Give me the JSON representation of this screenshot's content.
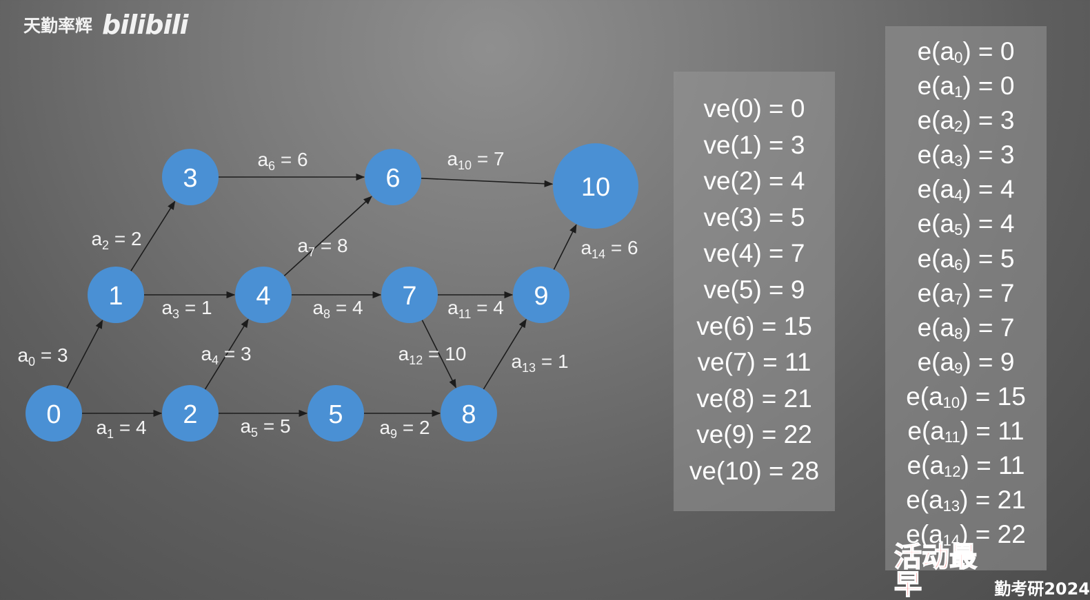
{
  "watermark": {
    "text": "天勤率辉",
    "logo": "bilibili"
  },
  "graph": {
    "nodes": [
      "0",
      "1",
      "2",
      "3",
      "4",
      "5",
      "6",
      "7",
      "8",
      "9",
      "10"
    ],
    "edges": [
      {
        "name": "a",
        "sub": "0",
        "value": "3",
        "from": "0",
        "to": "1"
      },
      {
        "name": "a",
        "sub": "1",
        "value": "4",
        "from": "0",
        "to": "2"
      },
      {
        "name": "a",
        "sub": "2",
        "value": "2",
        "from": "1",
        "to": "3"
      },
      {
        "name": "a",
        "sub": "3",
        "value": "1",
        "from": "1",
        "to": "4"
      },
      {
        "name": "a",
        "sub": "4",
        "value": "3",
        "from": "2",
        "to": "4"
      },
      {
        "name": "a",
        "sub": "5",
        "value": "5",
        "from": "2",
        "to": "5"
      },
      {
        "name": "a",
        "sub": "6",
        "value": "6",
        "from": "3",
        "to": "6"
      },
      {
        "name": "a",
        "sub": "7",
        "value": "8",
        "from": "4",
        "to": "6"
      },
      {
        "name": "a",
        "sub": "8",
        "value": "4",
        "from": "4",
        "to": "7"
      },
      {
        "name": "a",
        "sub": "9",
        "value": "2",
        "from": "5",
        "to": "8"
      },
      {
        "name": "a",
        "sub": "10",
        "value": "7",
        "from": "6",
        "to": "10"
      },
      {
        "name": "a",
        "sub": "11",
        "value": "4",
        "from": "7",
        "to": "9"
      },
      {
        "name": "a",
        "sub": "12",
        "value": "10",
        "from": "7",
        "to": "8"
      },
      {
        "name": "a",
        "sub": "13",
        "value": "1",
        "from": "8",
        "to": "9"
      },
      {
        "name": "a",
        "sub": "14",
        "value": "6",
        "from": "9",
        "to": "10"
      }
    ]
  },
  "ve_panel": [
    {
      "vertex": "0",
      "value": "0"
    },
    {
      "vertex": "1",
      "value": "3"
    },
    {
      "vertex": "2",
      "value": "4"
    },
    {
      "vertex": "3",
      "value": "5"
    },
    {
      "vertex": "4",
      "value": "7"
    },
    {
      "vertex": "5",
      "value": "9"
    },
    {
      "vertex": "6",
      "value": "15"
    },
    {
      "vertex": "7",
      "value": "11"
    },
    {
      "vertex": "8",
      "value": "21"
    },
    {
      "vertex": "9",
      "value": "22"
    },
    {
      "vertex": "10",
      "value": "28"
    }
  ],
  "e_panel": [
    {
      "sub": "0",
      "value": "0"
    },
    {
      "sub": "1",
      "value": "0"
    },
    {
      "sub": "2",
      "value": "3"
    },
    {
      "sub": "3",
      "value": "3"
    },
    {
      "sub": "4",
      "value": "4"
    },
    {
      "sub": "5",
      "value": "4"
    },
    {
      "sub": "6",
      "value": "5"
    },
    {
      "sub": "7",
      "value": "7"
    },
    {
      "sub": "8",
      "value": "7"
    },
    {
      "sub": "9",
      "value": "9"
    },
    {
      "sub": "10",
      "value": "15"
    },
    {
      "sub": "11",
      "value": "11"
    },
    {
      "sub": "12",
      "value": "11"
    },
    {
      "sub": "13",
      "value": "21"
    },
    {
      "sub": "14",
      "value": "22"
    }
  ],
  "promo": {
    "highlight": "活动最早",
    "text": "勤考研2024"
  },
  "colors": {
    "node": "#4a90d4",
    "panel": "#969696",
    "promo_red": "#ff2222"
  }
}
